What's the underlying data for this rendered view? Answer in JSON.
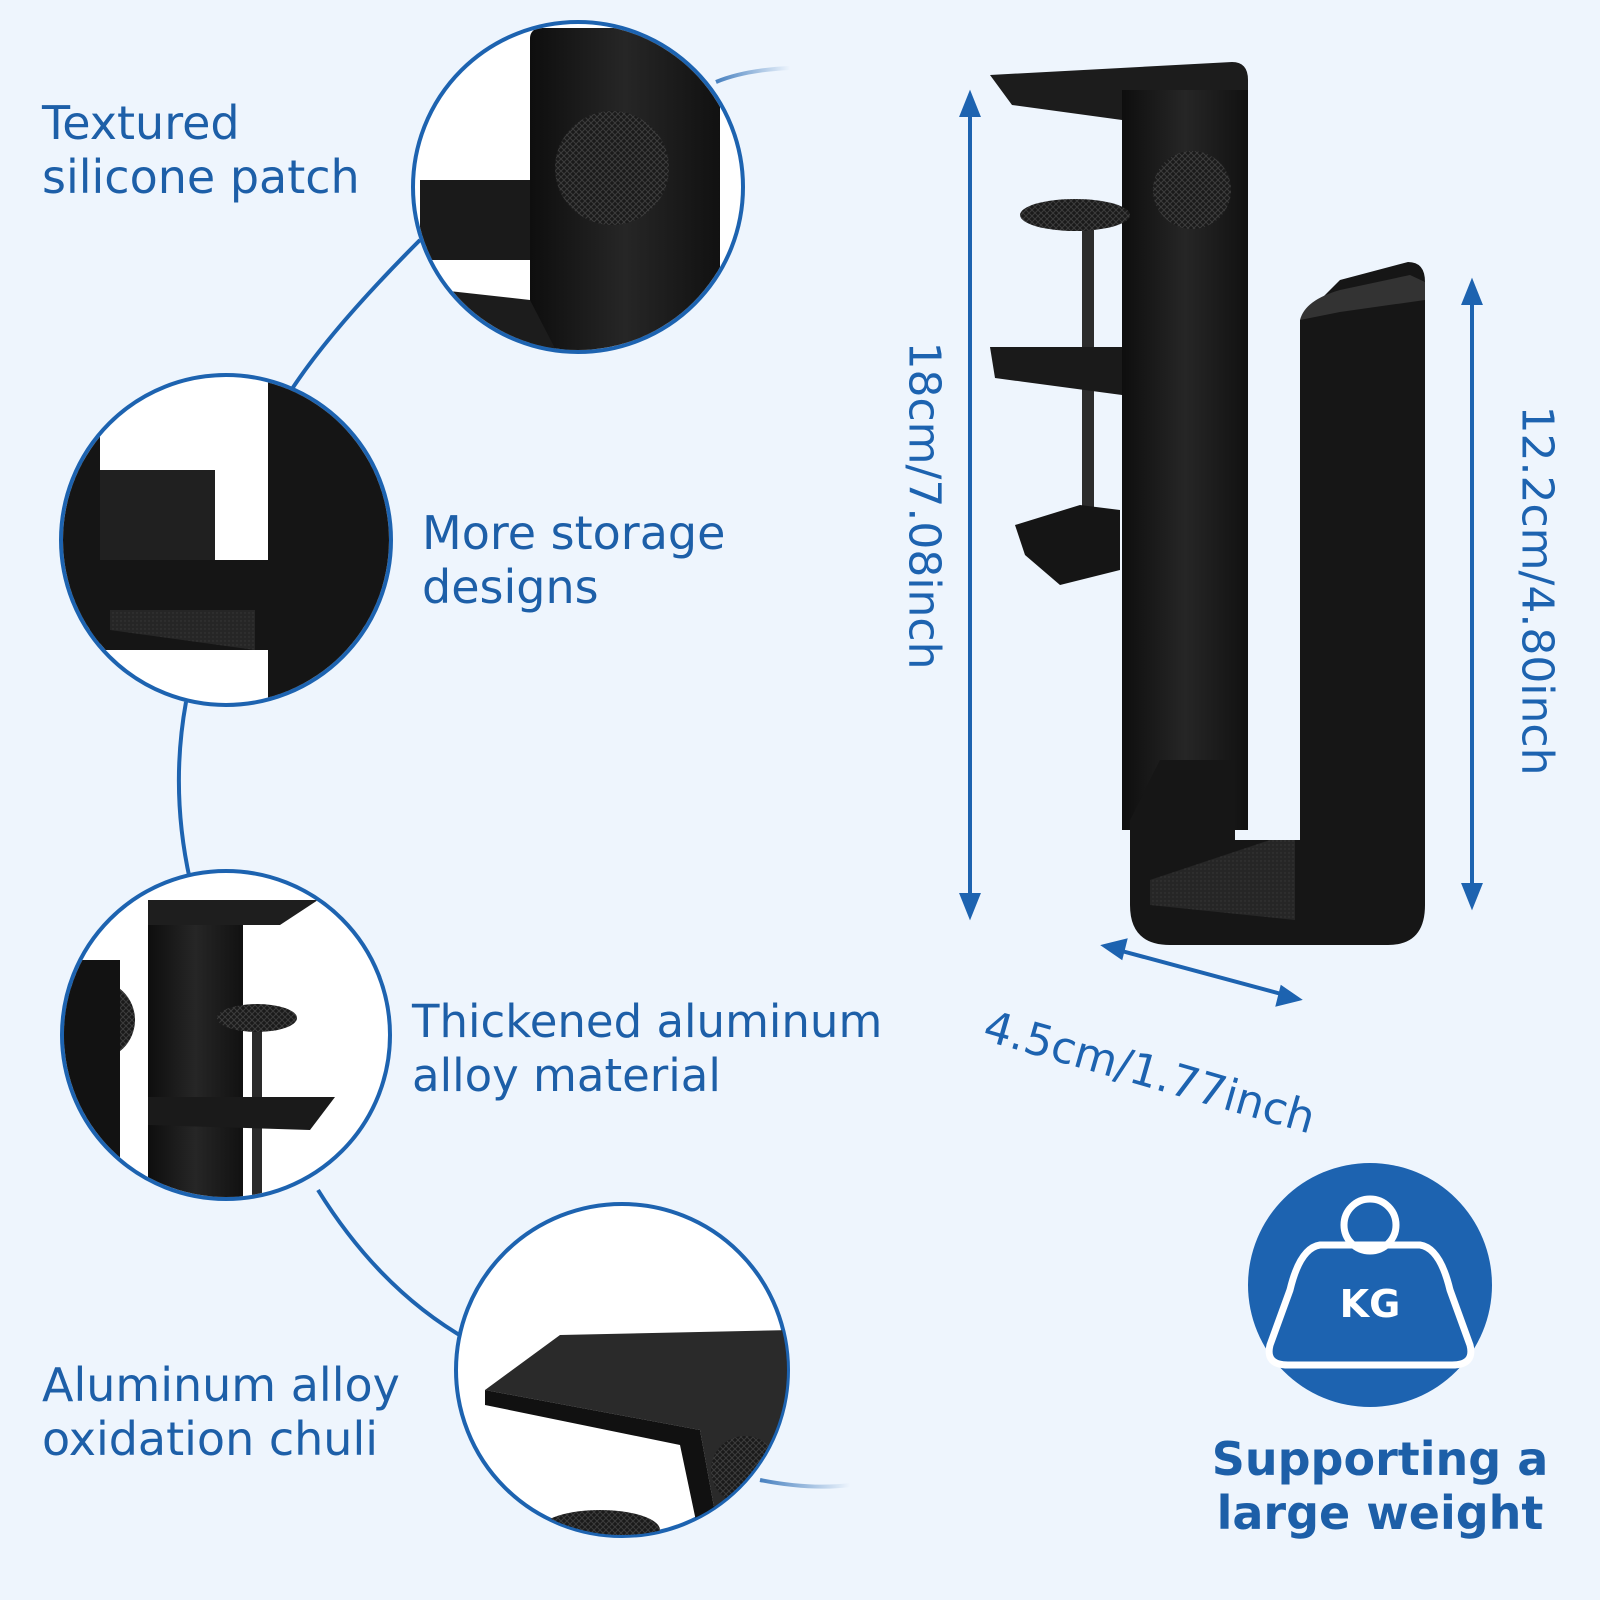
{
  "features": [
    {
      "line1": "Textured",
      "line2": "silicone patch"
    },
    {
      "line1": "More storage",
      "line2": "designs"
    },
    {
      "line1": "Thickened aluminum",
      "line2": "alloy material"
    },
    {
      "line1": "Aluminum alloy",
      "line2": "oxidation chuli"
    }
  ],
  "dimensions": {
    "height_total": "18cm/7.08inch",
    "height_hook": "12.2cm/4.80inch",
    "width": "4.5cm/1.77inch"
  },
  "weight_badge": {
    "icon_text": "KG",
    "caption_line1": "Supporting a",
    "caption_line2": "large weight"
  },
  "colors": {
    "accent": "#1d63b0",
    "background": "#eef5fd",
    "product": "#141414"
  }
}
